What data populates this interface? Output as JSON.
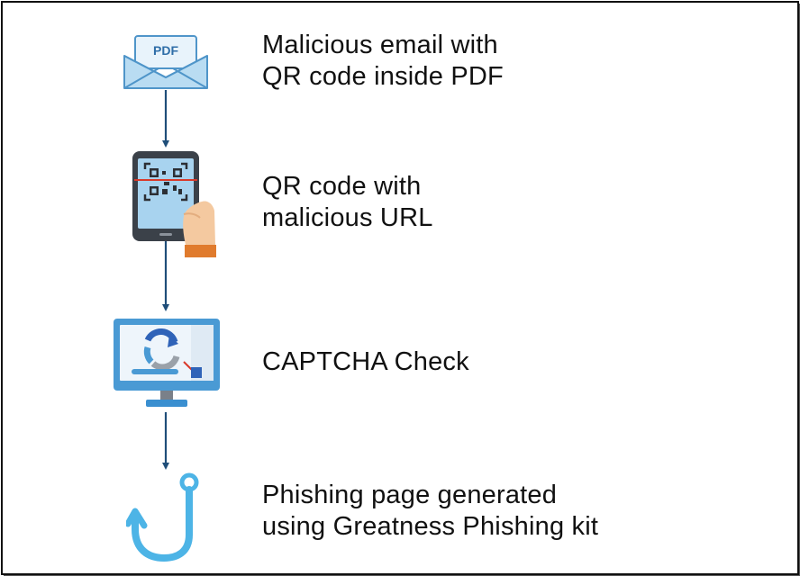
{
  "steps": [
    {
      "icon": "pdf-email-icon",
      "badge": "PDF",
      "label_line1": "Malicious email with",
      "label_line2": "QR code inside PDF"
    },
    {
      "icon": "qr-phone-scan-icon",
      "label_line1": "QR code with",
      "label_line2": "malicious URL"
    },
    {
      "icon": "captcha-monitor-icon",
      "label_line1": "CAPTCHA Check"
    },
    {
      "icon": "phishing-hook-icon",
      "label_line1": "Phishing page generated",
      "label_line2": "using Greatness Phishing kit"
    }
  ],
  "colors": {
    "arrow": "#1f4e79",
    "envelope": "#b9dcf2",
    "envelope_stroke": "#4f95c9",
    "phone_body": "#3b4149",
    "phone_screen": "#a8d3ef",
    "hand": "#f4c9a0",
    "sleeve": "#e07b2d",
    "scan_line": "#d93a2b",
    "monitor": "#4a9ad4",
    "captcha_blue": "#2f63b8",
    "hook": "#4db4e6"
  }
}
